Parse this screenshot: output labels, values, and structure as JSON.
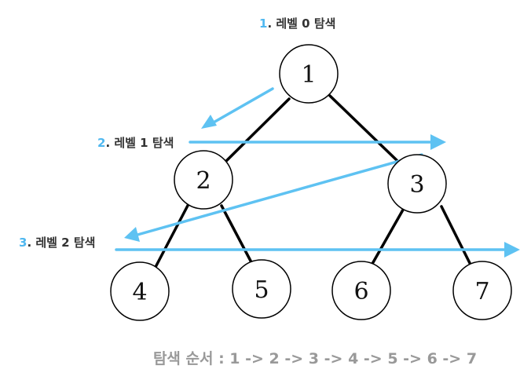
{
  "labels": {
    "level0": {
      "num": "1",
      "text": ". 레벨 0 탐색"
    },
    "level1": {
      "num": "2",
      "text": ". 레벨 1 탐색"
    },
    "level2": {
      "num": "3",
      "text": ". 레벨 2 탐색"
    }
  },
  "nodes": [
    "1",
    "2",
    "3",
    "4",
    "5",
    "6",
    "7"
  ],
  "footer": "탐색 순서 : 1 -> 2 -> 3 -> 4 -> 5 -> 6 -> 7",
  "colors": {
    "arrow": "#5ec2f2",
    "number": "#4fb8f0",
    "edge": "#000000",
    "footer": "#999999"
  }
}
